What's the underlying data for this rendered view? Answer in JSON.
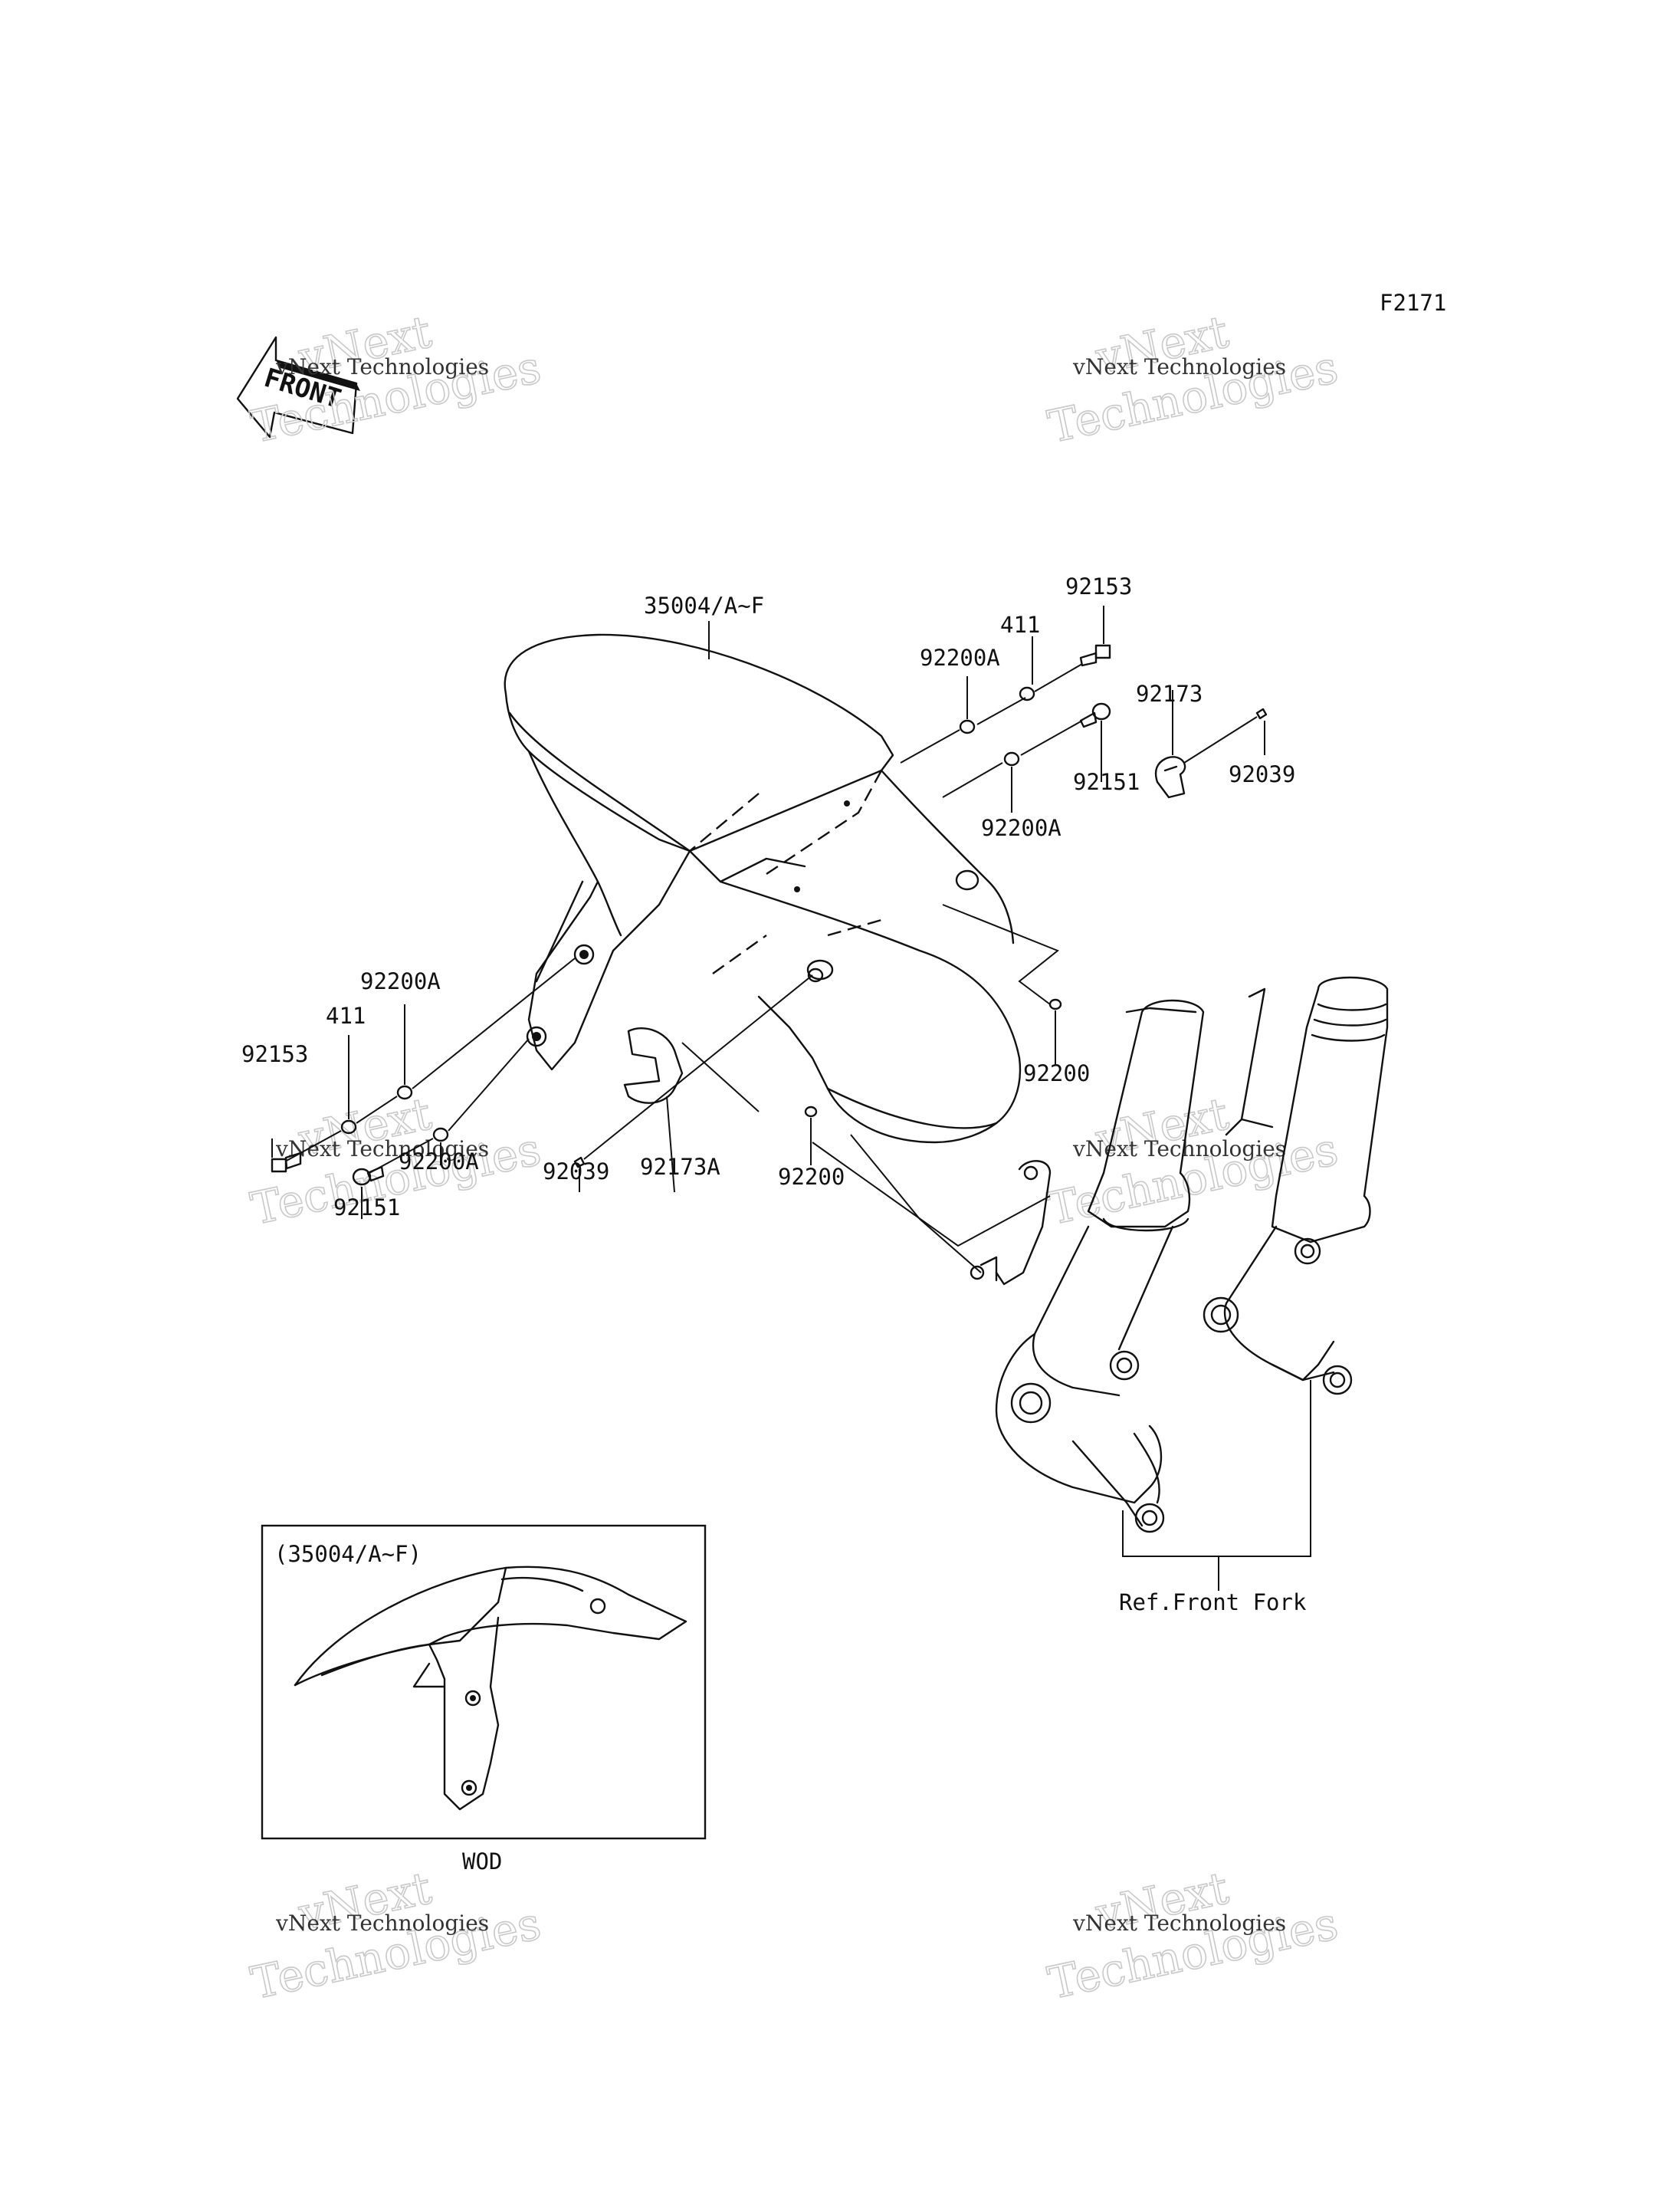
{
  "figure_code": "F2171",
  "front_arrow_text": "FRONT",
  "watermark": {
    "line1": "vNext",
    "line2": "Technologies",
    "small": "vNext Technologies"
  },
  "labels": {
    "fender_assy": "35004/A~F",
    "bolt_top": "92153",
    "washer_411_top": "411",
    "washer_92200a_top": "92200A",
    "clamp_92173": "92173",
    "screw_92039_right": "92039",
    "bolt_92151_right": "92151",
    "washer_92200a_right": "92200A",
    "washer_92200a_left": "92200A",
    "washer_411_left": "411",
    "bolt_92153_left": "92153",
    "washer_92200_right": "92200",
    "washer_92200_left_hidden": "92200A",
    "bolt_92151_left": "92151",
    "screw_92039_left": "92039",
    "clamp_92173a": "92173A",
    "washer_92200_center": "92200",
    "ref_front_fork": "Ref.Front Fork",
    "inset_title": "(35004/A~F)",
    "inset_caption": "WOD"
  },
  "colors": {
    "line": "#111111",
    "watermark": "#c9c9c9",
    "background": "#ffffff"
  }
}
